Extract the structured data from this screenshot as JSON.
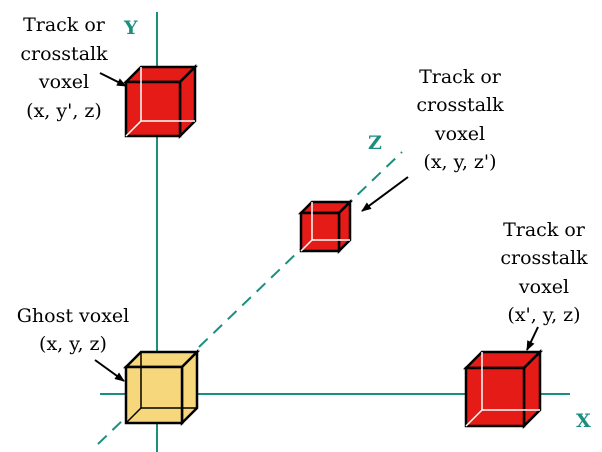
{
  "colors": {
    "axis": "#1a8f7f",
    "voxel_red": "#e41b17",
    "voxel_ghost": "#f7d77c",
    "edge": "#000000",
    "inner_edge": "#ffffff"
  },
  "axes": {
    "x_label": "X",
    "y_label": "Y",
    "z_label": "Z"
  },
  "labels": {
    "voxel_y": [
      "Track or",
      "crosstalk",
      "voxel",
      "(x, y', z)"
    ],
    "voxel_z": [
      "Track or",
      "crosstalk",
      "voxel",
      "(x, y, z')"
    ],
    "voxel_x": [
      "Track or",
      "crosstalk",
      "voxel",
      "(x', y, z)"
    ],
    "ghost": [
      "Ghost voxel",
      "(x, y, z)"
    ]
  }
}
